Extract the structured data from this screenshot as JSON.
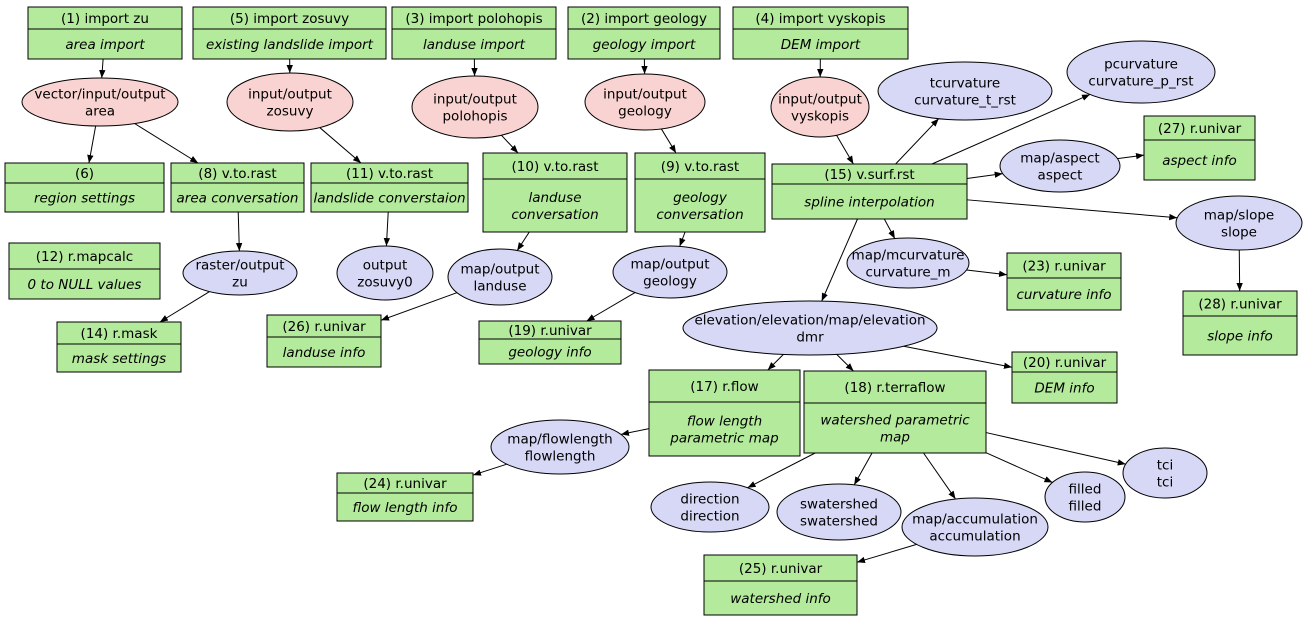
{
  "diagram": {
    "boxes": [
      {
        "id": "b1",
        "title": "(1) import zu",
        "desc": [
          "area import"
        ]
      },
      {
        "id": "b5",
        "title": "(5) import zosuvy",
        "desc": [
          "existing landslide import"
        ]
      },
      {
        "id": "b3",
        "title": "(3) import polohopis",
        "desc": [
          "landuse import"
        ]
      },
      {
        "id": "b2",
        "title": "(2) import geology",
        "desc": [
          "geology import"
        ]
      },
      {
        "id": "b4",
        "title": "(4) import vyskopis",
        "desc": [
          "DEM import"
        ]
      },
      {
        "id": "b6",
        "title": "(6)",
        "desc": [
          "region settings"
        ]
      },
      {
        "id": "b8",
        "title": "(8) v.to.rast",
        "desc": [
          "area conversation"
        ]
      },
      {
        "id": "b11",
        "title": "(11) v.to.rast",
        "desc": [
          "landslide converstaion"
        ]
      },
      {
        "id": "b10",
        "title": "(10) v.to.rast",
        "desc": [
          "landuse",
          "conversation"
        ]
      },
      {
        "id": "b9",
        "title": "(9) v.to.rast",
        "desc": [
          "geology",
          "conversation"
        ]
      },
      {
        "id": "b15",
        "title": "(15) v.surf.rst",
        "desc": [
          "spline interpolation"
        ]
      },
      {
        "id": "b27",
        "title": "(27) r.univar",
        "desc": [
          "aspect info"
        ]
      },
      {
        "id": "b12",
        "title": "(12) r.mapcalc",
        "desc": [
          "0 to NULL values"
        ]
      },
      {
        "id": "b14",
        "title": "(14) r.mask",
        "desc": [
          "mask settings"
        ]
      },
      {
        "id": "b26",
        "title": "(26) r.univar",
        "desc": [
          "landuse info"
        ]
      },
      {
        "id": "b19",
        "title": "(19) r.univar",
        "desc": [
          "geology info"
        ]
      },
      {
        "id": "b23",
        "title": "(23) r.univar",
        "desc": [
          "curvature info"
        ]
      },
      {
        "id": "b28",
        "title": "(28) r.univar",
        "desc": [
          "slope info"
        ]
      },
      {
        "id": "b20",
        "title": "(20) r.univar",
        "desc": [
          "DEM info"
        ]
      },
      {
        "id": "b17",
        "title": "(17) r.flow",
        "desc": [
          "flow length",
          "parametric map"
        ]
      },
      {
        "id": "b18",
        "title": "(18) r.terraflow",
        "desc": [
          "watershed parametric",
          "map"
        ]
      },
      {
        "id": "b24",
        "title": "(24) r.univar",
        "desc": [
          "flow length info"
        ]
      },
      {
        "id": "b25",
        "title": "(25) r.univar",
        "desc": [
          "watershed info"
        ]
      }
    ],
    "ellipses": [
      {
        "id": "e_area",
        "kind": "pink",
        "lines": [
          "vector/input/output",
          "area"
        ]
      },
      {
        "id": "e_zosuvy",
        "kind": "pink",
        "lines": [
          "input/output",
          "zosuvy"
        ]
      },
      {
        "id": "e_polohopis",
        "kind": "pink",
        "lines": [
          "input/output",
          "polohopis"
        ]
      },
      {
        "id": "e_geology_in",
        "kind": "pink",
        "lines": [
          "input/output",
          "geology"
        ]
      },
      {
        "id": "e_vyskopis",
        "kind": "pink",
        "lines": [
          "input/output",
          "vyskopis"
        ]
      },
      {
        "id": "e_tcurv",
        "kind": "blue",
        "lines": [
          "tcurvature",
          "curvature_t_rst"
        ]
      },
      {
        "id": "e_pcurv",
        "kind": "blue",
        "lines": [
          "pcurvature",
          "curvature_p_rst"
        ]
      },
      {
        "id": "e_aspect",
        "kind": "blue",
        "lines": [
          "map/aspect",
          "aspect"
        ]
      },
      {
        "id": "e_slope",
        "kind": "blue",
        "lines": [
          "map/slope",
          "slope"
        ]
      },
      {
        "id": "e_zu",
        "kind": "blue",
        "lines": [
          "raster/output",
          "zu"
        ]
      },
      {
        "id": "e_zosuvy0",
        "kind": "blue",
        "lines": [
          "output",
          "zosuvy0"
        ]
      },
      {
        "id": "e_landuse",
        "kind": "blue",
        "lines": [
          "map/output",
          "landuse"
        ]
      },
      {
        "id": "e_geology_out",
        "kind": "blue",
        "lines": [
          "map/output",
          "geology"
        ]
      },
      {
        "id": "e_mcurv",
        "kind": "blue",
        "lines": [
          "map/mcurvature",
          "curvature_m"
        ]
      },
      {
        "id": "e_dmr",
        "kind": "blue",
        "lines": [
          "elevation/elevation/map/elevation",
          "dmr"
        ]
      },
      {
        "id": "e_flowlength",
        "kind": "blue",
        "lines": [
          "map/flowlength",
          "flowlength"
        ]
      },
      {
        "id": "e_tci",
        "kind": "blue",
        "lines": [
          "tci",
          "tci"
        ]
      },
      {
        "id": "e_direction",
        "kind": "blue",
        "lines": [
          "direction",
          "direction"
        ]
      },
      {
        "id": "e_swatershed",
        "kind": "blue",
        "lines": [
          "swatershed",
          "swatershed"
        ]
      },
      {
        "id": "e_accum",
        "kind": "blue",
        "lines": [
          "map/accumulation",
          "accumulation"
        ]
      },
      {
        "id": "e_filled",
        "kind": "blue",
        "lines": [
          "filled",
          "filled"
        ]
      }
    ],
    "edges": [
      [
        "b1",
        "e_area"
      ],
      [
        "b5",
        "e_zosuvy"
      ],
      [
        "b3",
        "e_polohopis"
      ],
      [
        "b2",
        "e_geology_in"
      ],
      [
        "b4",
        "e_vyskopis"
      ],
      [
        "e_area",
        "b6"
      ],
      [
        "e_area",
        "b8"
      ],
      [
        "e_zosuvy",
        "b11"
      ],
      [
        "e_polohopis",
        "b10"
      ],
      [
        "e_geology_in",
        "b9"
      ],
      [
        "e_vyskopis",
        "b15"
      ],
      [
        "b8",
        "e_zu"
      ],
      [
        "b11",
        "e_zosuvy0"
      ],
      [
        "b10",
        "e_landuse"
      ],
      [
        "b9",
        "e_geology_out"
      ],
      [
        "e_zu",
        "b14"
      ],
      [
        "e_landuse",
        "b26"
      ],
      [
        "e_geology_out",
        "b19"
      ],
      [
        "b15",
        "e_tcurv"
      ],
      [
        "b15",
        "e_pcurv"
      ],
      [
        "b15",
        "e_aspect"
      ],
      [
        "b15",
        "e_slope"
      ],
      [
        "b15",
        "e_mcurv"
      ],
      [
        "b15",
        "e_dmr"
      ],
      [
        "e_aspect",
        "b27"
      ],
      [
        "e_slope",
        "b28"
      ],
      [
        "e_mcurv",
        "b23"
      ],
      [
        "e_dmr",
        "b20"
      ],
      [
        "e_dmr",
        "b17"
      ],
      [
        "e_dmr",
        "b18"
      ],
      [
        "b17",
        "e_flowlength"
      ],
      [
        "e_flowlength",
        "b24"
      ],
      [
        "b18",
        "e_tci"
      ],
      [
        "b18",
        "e_direction"
      ],
      [
        "b18",
        "e_swatershed"
      ],
      [
        "b18",
        "e_accum"
      ],
      [
        "b18",
        "e_filled"
      ],
      [
        "e_accum",
        "b25"
      ]
    ]
  }
}
